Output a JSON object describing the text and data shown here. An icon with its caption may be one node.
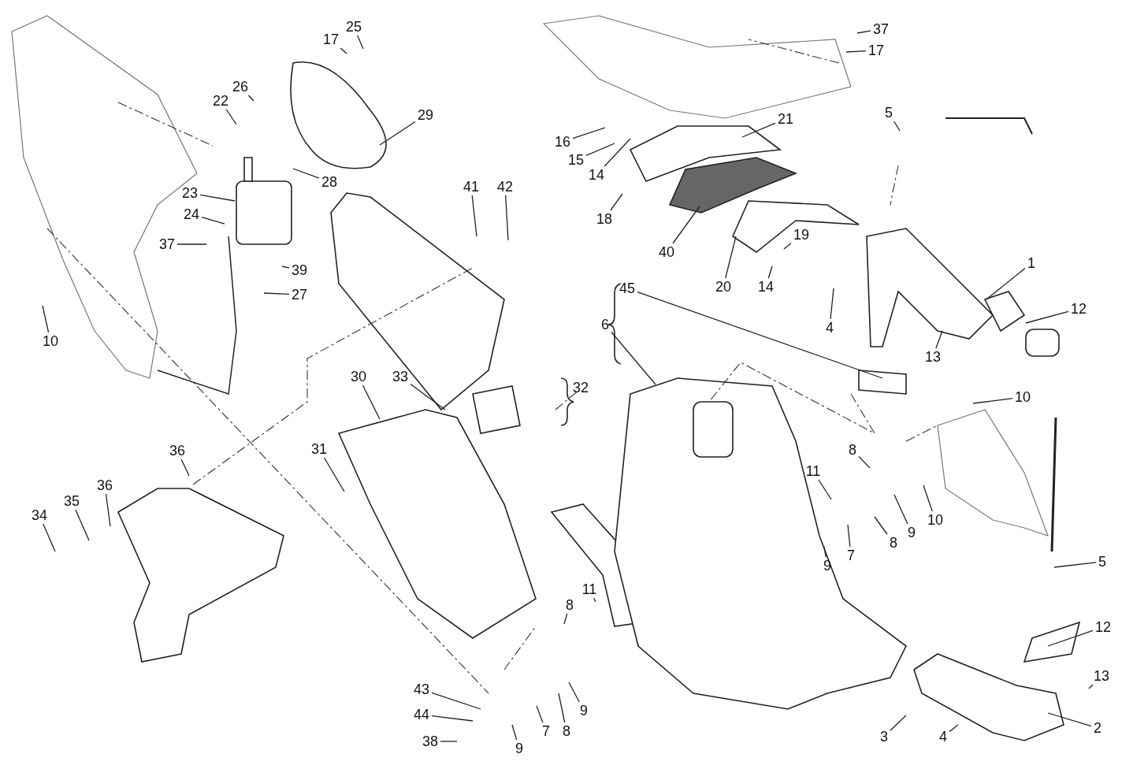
{
  "diagram": {
    "nodes": [
      {
        "text": [
          "25"
        ]
      },
      {
        "text": [
          "17"
        ]
      },
      {
        "text": [
          "26"
        ]
      },
      {
        "text": [
          "22"
        ]
      },
      {
        "text": [
          "29"
        ]
      },
      {
        "text": [
          "28"
        ]
      },
      {
        "text": [
          "23"
        ]
      },
      {
        "text": [
          "24"
        ]
      },
      {
        "text": [
          "37"
        ]
      },
      {
        "text": [
          "39"
        ]
      },
      {
        "text": [
          "27"
        ]
      },
      {
        "text": [
          "10"
        ]
      },
      {
        "text": [
          "41"
        ]
      },
      {
        "text": [
          "42"
        ]
      },
      {
        "text": [
          "37"
        ]
      },
      {
        "text": [
          "17"
        ]
      },
      {
        "text": [
          "16"
        ]
      },
      {
        "text": [
          "15"
        ]
      },
      {
        "text": [
          "14"
        ]
      },
      {
        "text": [
          "21"
        ]
      },
      {
        "text": [
          "18"
        ]
      },
      {
        "text": [
          "40"
        ]
      },
      {
        "text": [
          "20"
        ]
      },
      {
        "text": [
          "14"
        ]
      },
      {
        "text": [
          "19"
        ]
      },
      {
        "text": [
          "5"
        ]
      },
      {
        "text": [
          "1"
        ]
      },
      {
        "text": [
          "12"
        ]
      },
      {
        "text": [
          "4"
        ]
      },
      {
        "text": [
          "13"
        ]
      },
      {
        "text": [
          "6"
        ]
      },
      {
        "text": [
          "45"
        ]
      },
      {
        "text": [
          "30"
        ]
      },
      {
        "text": [
          "33"
        ]
      },
      {
        "text": [
          "31"
        ]
      },
      {
        "text": [
          "36"
        ]
      },
      {
        "text": [
          "36"
        ]
      },
      {
        "text": [
          "35"
        ]
      },
      {
        "text": [
          "34"
        ]
      },
      {
        "text": [
          "10"
        ]
      },
      {
        "text": [
          "8"
        ]
      },
      {
        "text": [
          "11"
        ]
      },
      {
        "text": [
          "10"
        ]
      },
      {
        "text": [
          "9"
        ]
      },
      {
        "text": [
          "8"
        ]
      },
      {
        "text": [
          "7"
        ]
      },
      {
        "text": [
          "9"
        ]
      },
      {
        "text": [
          "5"
        ]
      },
      {
        "text": [
          "12"
        ]
      },
      {
        "text": [
          "13"
        ]
      },
      {
        "text": [
          "2"
        ]
      },
      {
        "text": [
          "3"
        ]
      },
      {
        "text": [
          "4"
        ]
      },
      {
        "text": [
          "11"
        ]
      },
      {
        "text": [
          "8"
        ]
      },
      {
        "text": [
          "43"
        ]
      },
      {
        "text": [
          "44"
        ]
      },
      {
        "text": [
          "38"
        ]
      },
      {
        "text": [
          "9"
        ]
      },
      {
        "text": [
          "7"
        ]
      },
      {
        "text": [
          "8"
        ]
      },
      {
        "text": [
          "9"
        ]
      }
    ],
    "edges": [
      {
        "from": 0,
        "to": null,
        "arrow": "none"
      },
      {
        "from": 1,
        "to": null,
        "arrow": "none"
      },
      {
        "from": 2,
        "to": null,
        "arrow": "none"
      },
      {
        "from": 3,
        "to": null,
        "arrow": "none"
      },
      {
        "from": 4,
        "to": null,
        "arrow": "none"
      },
      {
        "from": 5,
        "to": null,
        "arrow": "none"
      },
      {
        "from": 6,
        "to": null,
        "arrow": "none"
      },
      {
        "from": 7,
        "to": null,
        "arrow": "none"
      },
      {
        "from": 8,
        "to": null,
        "arrow": "none"
      },
      {
        "from": 9,
        "to": null,
        "arrow": "none"
      },
      {
        "from": 10,
        "to": null,
        "arrow": "none"
      },
      {
        "from": 11,
        "to": null,
        "arrow": "none"
      },
      {
        "from": 12,
        "to": null,
        "arrow": "none"
      },
      {
        "from": 13,
        "to": null,
        "arrow": "none"
      },
      {
        "from": 14,
        "to": null,
        "arrow": "none"
      },
      {
        "from": 15,
        "to": null,
        "arrow": "none"
      },
      {
        "from": 16,
        "to": null,
        "arrow": "none"
      },
      {
        "from": 17,
        "to": null,
        "arrow": "none"
      },
      {
        "from": 18,
        "to": null,
        "arrow": "none"
      },
      {
        "from": 19,
        "to": null,
        "arrow": "none"
      },
      {
        "from": 20,
        "to": null,
        "arrow": "none"
      },
      {
        "from": 21,
        "to": null,
        "arrow": "none"
      },
      {
        "from": 22,
        "to": null,
        "arrow": "none"
      },
      {
        "from": 23,
        "to": null,
        "arrow": "none"
      },
      {
        "from": 24,
        "to": null,
        "arrow": "none"
      },
      {
        "from": 25,
        "to": null,
        "arrow": "none"
      },
      {
        "from": 26,
        "to": null,
        "arrow": "none"
      },
      {
        "from": 27,
        "to": null,
        "arrow": "none"
      },
      {
        "from": 28,
        "to": null,
        "arrow": "none"
      },
      {
        "from": 29,
        "to": null,
        "arrow": "none"
      },
      {
        "from": 30,
        "to": null,
        "arrow": "none"
      },
      {
        "from": 31,
        "to": null,
        "arrow": "none"
      },
      {
        "from": 32,
        "to": null,
        "arrow": "none"
      },
      {
        "from": 33,
        "to": null,
        "arrow": "none"
      },
      {
        "from": 34,
        "to": null,
        "arrow": "none"
      },
      {
        "from": 35,
        "to": null,
        "arrow": "none"
      },
      {
        "from": 36,
        "to": null,
        "arrow": "none"
      },
      {
        "from": 37,
        "to": null,
        "arrow": "none"
      },
      {
        "from": 38,
        "to": null,
        "arrow": "none"
      },
      {
        "from": 39,
        "to": null,
        "arrow": "none"
      },
      {
        "from": 40,
        "to": null,
        "arrow": "none"
      },
      {
        "from": 41,
        "to": null,
        "arrow": "none"
      },
      {
        "from": 42,
        "to": null,
        "arrow": "none"
      },
      {
        "from": 43,
        "to": null,
        "arrow": "none"
      },
      {
        "from": 44,
        "to": null,
        "arrow": "none"
      },
      {
        "from": 45,
        "to": null,
        "arrow": "none"
      },
      {
        "from": 46,
        "to": null,
        "arrow": "none"
      },
      {
        "from": 47,
        "to": null,
        "arrow": "none"
      },
      {
        "from": 48,
        "to": null,
        "arrow": "none"
      },
      {
        "from": 49,
        "to": null,
        "arrow": "none"
      },
      {
        "from": 50,
        "to": null,
        "arrow": "none"
      },
      {
        "from": 51,
        "to": null,
        "arrow": "none"
      },
      {
        "from": 52,
        "to": null,
        "arrow": "none"
      },
      {
        "from": 53,
        "to": null,
        "arrow": "none"
      },
      {
        "from": 54,
        "to": null,
        "arrow": "none"
      },
      {
        "from": 55,
        "to": null,
        "arrow": "none"
      },
      {
        "from": 56,
        "to": null,
        "arrow": "none"
      },
      {
        "from": 57,
        "to": null,
        "arrow": "none"
      },
      {
        "from": 58,
        "to": null,
        "arrow": "none"
      },
      {
        "from": 59,
        "to": null,
        "arrow": "none"
      },
      {
        "from": 60,
        "to": null,
        "arrow": "none"
      },
      {
        "from": 61,
        "to": null,
        "arrow": "none"
      }
    ],
    "labels": [
      "32"
    ]
  }
}
